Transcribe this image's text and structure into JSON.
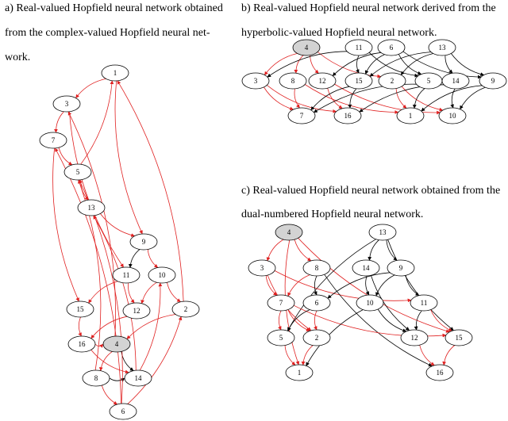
{
  "captions": {
    "a": [
      "a) Real-valued Hopfield neural network obtained",
      "from the complex-valued Hopfield neural net-",
      "work."
    ],
    "b": [
      "b) Real-valued Hopfield neural network derived from the",
      "hyperbolic-valued Hopfield neural network."
    ],
    "c": [
      "c) Real-valued Hopfield neural network obtained from the",
      "dual-numbered Hopfield neural network."
    ]
  },
  "colors": {
    "red_edge": "#e02020",
    "black_edge": "#000000",
    "highlight_node": "#d3d3d3",
    "node_fill": "#ffffff"
  },
  "graphs": {
    "a": {
      "highlight": "4",
      "nodes": [
        "1",
        "3",
        "7",
        "5",
        "13",
        "9",
        "11",
        "10",
        "15",
        "12",
        "2",
        "16",
        "4",
        "8",
        "14",
        "6"
      ],
      "edges": [
        [
          "1",
          "3",
          "red"
        ],
        [
          "3",
          "7",
          "red"
        ],
        [
          "7",
          "5",
          "red"
        ],
        [
          "5",
          "1",
          "red"
        ],
        [
          "5",
          "13",
          "red"
        ],
        [
          "13",
          "9",
          "red"
        ],
        [
          "1",
          "9",
          "red"
        ],
        [
          "9",
          "11",
          "black"
        ],
        [
          "9",
          "10",
          "red"
        ],
        [
          "11",
          "15",
          "red"
        ],
        [
          "11",
          "12",
          "red"
        ],
        [
          "10",
          "12",
          "red"
        ],
        [
          "10",
          "2",
          "red"
        ],
        [
          "2",
          "4",
          "red"
        ],
        [
          "2",
          "1",
          "red"
        ],
        [
          "4",
          "8",
          "red"
        ],
        [
          "4",
          "14",
          "black"
        ],
        [
          "16",
          "4",
          "red"
        ],
        [
          "16",
          "14",
          "red"
        ],
        [
          "14",
          "10",
          "red"
        ],
        [
          "14",
          "13",
          "red"
        ],
        [
          "8",
          "14",
          "black"
        ],
        [
          "8",
          "6",
          "red"
        ],
        [
          "6",
          "2",
          "red"
        ],
        [
          "3",
          "11",
          "red"
        ],
        [
          "7",
          "15",
          "red"
        ],
        [
          "15",
          "16",
          "red"
        ],
        [
          "4",
          "3",
          "red"
        ],
        [
          "6",
          "7",
          "red"
        ],
        [
          "6",
          "5",
          "red"
        ],
        [
          "12",
          "16",
          "red"
        ],
        [
          "8",
          "5",
          "red"
        ]
      ]
    },
    "b": {
      "highlight": "4",
      "nodes": [
        "4",
        "11",
        "6",
        "13",
        "3",
        "8",
        "12",
        "15",
        "2",
        "5",
        "14",
        "9",
        "7",
        "16",
        "1",
        "10"
      ],
      "edges": [
        [
          "4",
          "3",
          "red"
        ],
        [
          "4",
          "8",
          "red"
        ],
        [
          "4",
          "12",
          "red"
        ],
        [
          "4",
          "2",
          "red"
        ],
        [
          "11",
          "3",
          "black"
        ],
        [
          "11",
          "15",
          "black"
        ],
        [
          "11",
          "5",
          "black"
        ],
        [
          "6",
          "12",
          "black"
        ],
        [
          "6",
          "15",
          "black"
        ],
        [
          "6",
          "5",
          "black"
        ],
        [
          "6",
          "9",
          "black"
        ],
        [
          "13",
          "15",
          "black"
        ],
        [
          "13",
          "14",
          "black"
        ],
        [
          "13",
          "2",
          "black"
        ],
        [
          "13",
          "9",
          "black"
        ],
        [
          "3",
          "7",
          "red"
        ],
        [
          "3",
          "16",
          "red"
        ],
        [
          "8",
          "7",
          "red"
        ],
        [
          "8",
          "1",
          "red"
        ],
        [
          "12",
          "16",
          "red"
        ],
        [
          "12",
          "10",
          "red"
        ],
        [
          "15",
          "7",
          "black"
        ],
        [
          "15",
          "16",
          "black"
        ],
        [
          "2",
          "1",
          "red"
        ],
        [
          "2",
          "10",
          "red"
        ],
        [
          "5",
          "7",
          "black"
        ],
        [
          "5",
          "1",
          "black"
        ],
        [
          "14",
          "16",
          "black"
        ],
        [
          "14",
          "10",
          "black"
        ],
        [
          "9",
          "1",
          "black"
        ],
        [
          "9",
          "10",
          "black"
        ]
      ]
    },
    "c": {
      "highlight": "4",
      "nodes": [
        "4",
        "13",
        "3",
        "8",
        "14",
        "9",
        "7",
        "6",
        "10",
        "11",
        "5",
        "2",
        "12",
        "15",
        "1",
        "16"
      ],
      "edges": [
        [
          "4",
          "3",
          "red"
        ],
        [
          "4",
          "8",
          "red"
        ],
        [
          "4",
          "15",
          "red"
        ],
        [
          "4",
          "1",
          "red"
        ],
        [
          "13",
          "14",
          "black"
        ],
        [
          "13",
          "9",
          "black"
        ],
        [
          "13",
          "15",
          "black"
        ],
        [
          "13",
          "5",
          "black"
        ],
        [
          "3",
          "7",
          "red"
        ],
        [
          "3",
          "11",
          "red"
        ],
        [
          "3",
          "2",
          "red"
        ],
        [
          "8",
          "7",
          "red"
        ],
        [
          "8",
          "6",
          "black"
        ],
        [
          "8",
          "16",
          "black"
        ],
        [
          "14",
          "10",
          "black"
        ],
        [
          "14",
          "12",
          "black"
        ],
        [
          "9",
          "10",
          "black"
        ],
        [
          "9",
          "11",
          "black"
        ],
        [
          "9",
          "6",
          "black"
        ],
        [
          "7",
          "5",
          "red"
        ],
        [
          "7",
          "2",
          "red"
        ],
        [
          "7",
          "15",
          "red"
        ],
        [
          "6",
          "5",
          "black"
        ],
        [
          "6",
          "2",
          "red"
        ],
        [
          "10",
          "12",
          "black"
        ],
        [
          "10",
          "1",
          "black"
        ],
        [
          "11",
          "12",
          "black"
        ],
        [
          "11",
          "15",
          "red"
        ],
        [
          "5",
          "1",
          "red"
        ],
        [
          "2",
          "1",
          "red"
        ],
        [
          "12",
          "16",
          "red"
        ],
        [
          "15",
          "16",
          "red"
        ]
      ]
    }
  }
}
